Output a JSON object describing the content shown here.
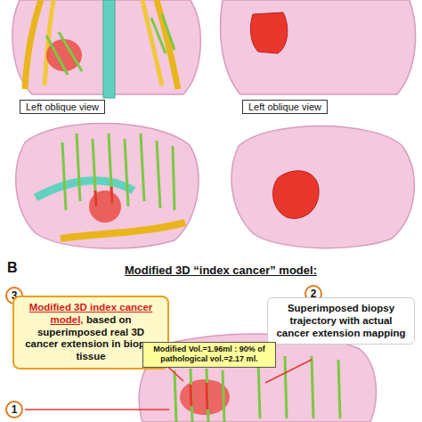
{
  "diagram": {
    "nodes": [
      {
        "text": [
          "3"
        ]
      },
      {
        "text": [
          "Modified 3D index cancer model,",
          "based on superimposed real 3D cancer extension in biopsy tissue"
        ]
      },
      {
        "text": [
          "2"
        ]
      },
      {
        "text": [
          "Superimposed biopsy trajectory with actual cancer extension mapping"
        ]
      },
      {
        "text": [
          "Modified Vol.=1.96ml : 90% of pathological vol.=2.17 ml."
        ]
      },
      {
        "text": [
          "1"
        ]
      }
    ],
    "labels": [
      "Left oblique view",
      "Left oblique view",
      "B",
      "Modified 3D “index cancer” model:"
    ]
  }
}
